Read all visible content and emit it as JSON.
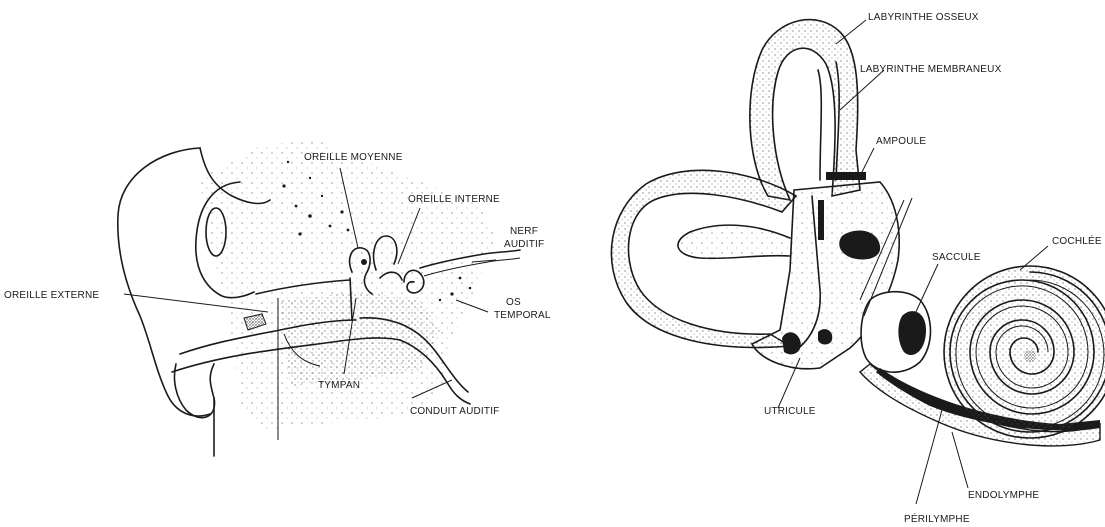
{
  "left_diagram": {
    "labels": {
      "oreille_moyenne": "OREILLE MOYENNE",
      "oreille_interne": "OREILLE INTERNE",
      "nerf": "NERF",
      "auditif": "AUDITIF",
      "oreille_externe": "OREILLE EXTERNE",
      "os": "OS",
      "temporal": "TEMPORAL",
      "tympan": "TYMPAN",
      "conduit_auditif": "CONDUIT AUDITIF"
    }
  },
  "right_diagram": {
    "labels": {
      "labyrinthe_osseux": "LABYRINTHE OSSEUX",
      "labyrinthe_membraneux": "LABYRINTHE MEMBRANEUX",
      "ampoule": "AMPOULE",
      "saccule": "SACCULE",
      "cochlee": "COCHLÉE",
      "utricule": "UTRICULE",
      "endolymphe": "ENDOLYMPHE",
      "perilymphe": "PÉRILYMPHE"
    }
  }
}
